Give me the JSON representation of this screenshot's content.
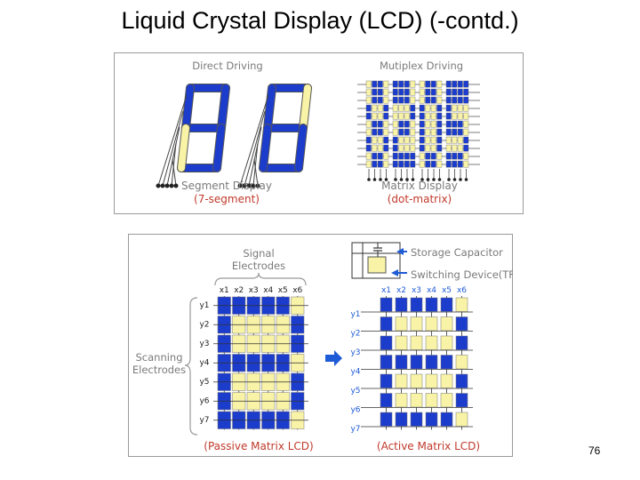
{
  "title": "Liquid Crystal Display (LCD) (-contd.)",
  "page_number": "76",
  "colors": {
    "segment_blue": "#1c3ccc",
    "segment_yellow": "#f8f3a6",
    "label_gray": "#7a7a7a",
    "caption_red": "#c0392b",
    "arrow_blue": "#1e5bd6"
  },
  "top_figure": {
    "direct_driving": "Direct Driving",
    "multiplex_driving": "Mutiplex Driving",
    "segment_display": "Segment Display",
    "segment_sub": "(7-segment)",
    "matrix_display": "Matrix Display",
    "matrix_sub": "(dot-matrix)"
  },
  "bottom_figure": {
    "signal_electrodes_line1": "Signal",
    "signal_electrodes_line2": "Electrodes",
    "scanning_line1": "Scanning",
    "scanning_line2": "Electrodes",
    "storage_capacitor": "Storage Capacitor",
    "switching_device": "Switching Device(TFT)",
    "passive_caption": "(Passive Matrix LCD)",
    "active_caption": "(Active Matrix LCD)",
    "columns": [
      "x1",
      "x2",
      "x3",
      "x4",
      "x5",
      "x6"
    ],
    "rows": [
      "y1",
      "y2",
      "y3",
      "y4",
      "y5",
      "y6",
      "y7"
    ],
    "pixel_pattern": [
      [
        1,
        1,
        1,
        1,
        1,
        0
      ],
      [
        1,
        0,
        0,
        0,
        0,
        1
      ],
      [
        1,
        0,
        0,
        0,
        0,
        1
      ],
      [
        1,
        1,
        1,
        1,
        1,
        0
      ],
      [
        1,
        0,
        0,
        0,
        0,
        1
      ],
      [
        1,
        0,
        0,
        0,
        0,
        1
      ],
      [
        1,
        1,
        1,
        1,
        1,
        0
      ]
    ]
  }
}
